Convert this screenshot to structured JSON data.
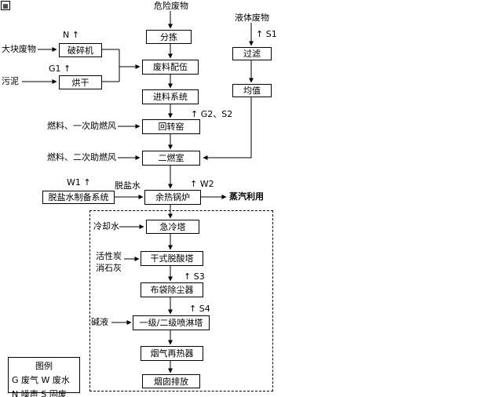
{
  "corner_mark": "▦",
  "flow": {
    "source_top": "危险废物",
    "main": [
      "分拣",
      "废料配伍",
      "进料系统",
      "回转窑",
      "二燃室",
      "余热锅炉",
      "急冷塔",
      "干式脱酸塔",
      "布袋除尘器",
      "一级/二级喷淋塔",
      "烟气再热器",
      "烟囱排放"
    ]
  },
  "left": {
    "bulk_waste": "大块废物",
    "crusher": "破碎机",
    "crusher_emission": "N ↑",
    "sludge": "污泥",
    "dryer": "烘干",
    "dryer_emission": "G1 ↑",
    "fuel_primary": "燃料、一次助燃风",
    "fuel_secondary": "燃料、二次助燃风",
    "demin_system": "脱盐水制备系统",
    "demin_emission": "W1 ↑",
    "demin_water": "脱盐水",
    "cooling_water": "冷却水",
    "activated_carbon": "活性炭",
    "slaked_lime": "消石灰",
    "alkali": "碱液"
  },
  "right": {
    "liquid_waste": "液体废物",
    "s1": "↑ S1",
    "filter": "过滤",
    "homogenize": "均值",
    "g2s2": "↑ G2、S2",
    "w2": "↑ W2",
    "steam_use": "蒸汽利用",
    "s3": "↑ S3",
    "s4": "↑ S4"
  },
  "legend": {
    "title": "图例",
    "row1": "G 废气 W 废水",
    "row2": "N 噪声 S 固废"
  }
}
